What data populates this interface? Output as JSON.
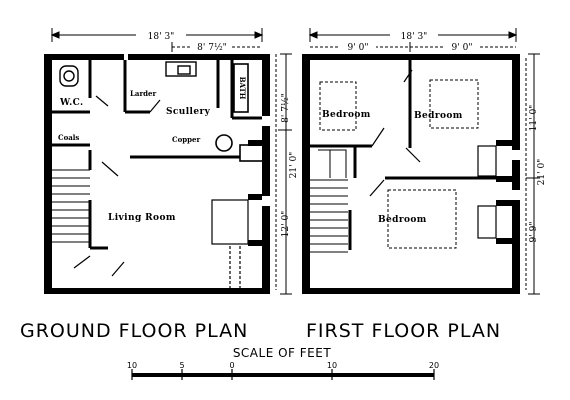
{
  "ground": {
    "width_dim": "18' 3\"",
    "scullery_width_dim": "8' 7½\"",
    "right_upper_dim": "8' 7½\"",
    "right_total_dim": "21' 0\"",
    "right_lower_dim": "12' 0\"",
    "rooms": {
      "wc": "W.C.",
      "coals": "Coals",
      "larder": "Larder",
      "scullery": "Scullery",
      "bath": "BATH",
      "copper": "Copper",
      "living": "Living Room"
    },
    "caption": "GROUND FLOOR PLAN"
  },
  "first": {
    "width_dim": "18' 3\"",
    "left_width_dim": "9' 0\"",
    "right_width_dim": "9' 0\"",
    "right_upper_dim": "11' 0\"",
    "right_total_dim": "21' 0\"",
    "right_lower_dim": "9' 9\"",
    "rooms": {
      "bedroom1": "Bedroom",
      "bedroom2": "Bedroom",
      "bedroom3": "Bedroom"
    },
    "caption": "FIRST FLOOR PLAN"
  },
  "scale": {
    "title": "SCALE OF FEET",
    "ticks": [
      "10",
      "5",
      "0",
      "10",
      "20"
    ]
  }
}
